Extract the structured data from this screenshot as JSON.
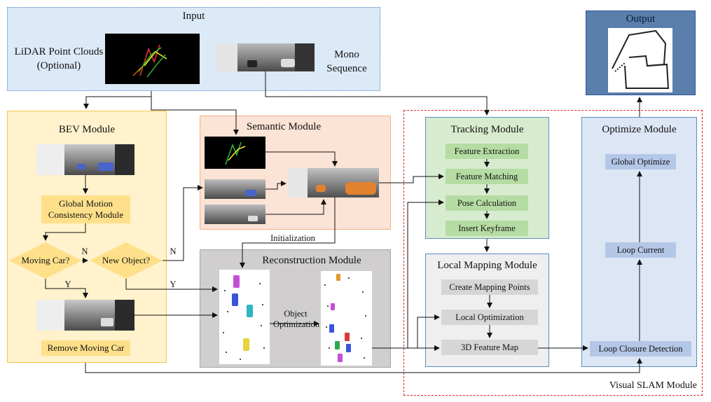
{
  "input": {
    "title": "Input",
    "lidar_label_1": "LiDAR Point Clouds",
    "lidar_label_2": "(Optional)",
    "mono_label_1": "Mono",
    "mono_label_2": "Sequence"
  },
  "output": {
    "title": "Output"
  },
  "bev": {
    "title": "BEV Module",
    "global_motion_1": "Global Motion",
    "global_motion_2": "Consistency Module",
    "moving_car": "Moving Car?",
    "new_object": "New Object?",
    "remove_moving_car": "Remove Moving Car",
    "edge_n1": "N",
    "edge_n2": "N",
    "edge_y1": "Y",
    "edge_y2": "Y"
  },
  "semantic": {
    "title": "Semantic Module",
    "initialization": "Initialization"
  },
  "reconstruction": {
    "title": "Reconstruction Module",
    "object_opt_1": "Object",
    "object_opt_2": "Optimization"
  },
  "tracking": {
    "title": "Tracking Module",
    "steps": [
      "Feature Extraction",
      "Feature Matching",
      "Pose Calculation",
      "Insert Keyframe"
    ]
  },
  "local_mapping": {
    "title": "Local Mapping Module",
    "steps": [
      "Create Mapping Points",
      "Local Optimization",
      "3D Feature Map"
    ]
  },
  "optimize": {
    "title": "Optimize Module",
    "steps": [
      "Global Optimize",
      "Loop Current",
      "Loop Closure Detection"
    ]
  },
  "slam": {
    "label": "Visual SLAM Module"
  },
  "colors": {
    "input_bg": "#dce9f6",
    "bev_bg": "#fff2cc",
    "bev_step": "#ffe08a",
    "semantic_bg": "#fbe3d5",
    "recon_bg": "#d0cece",
    "tracking_bg": "#d7ecce",
    "tracking_step": "#b5dca3",
    "mapping_bg": "#efefef",
    "optimize_bg": "#dde6f4",
    "optimize_step": "#b4c7e7",
    "output_bg": "#5a7fac",
    "slam_border": "#e32020"
  }
}
